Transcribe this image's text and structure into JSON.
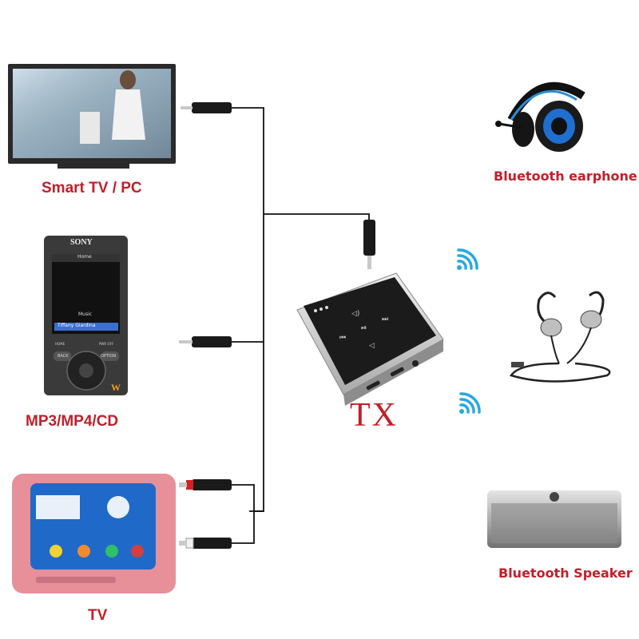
{
  "sources": {
    "smart_tv_pc": {
      "label": "Smart TV / PC"
    },
    "mp3": {
      "label": "MP3/MP4/CD",
      "brand": "SONY",
      "screen_title": "Home",
      "menu_item": "Music",
      "now_playing": "Tiffany Giardina",
      "btn_home": "HOME",
      "btn_back": "BACK",
      "btn_option": "OPTION",
      "btn_pwr": "PWR OFF",
      "logo": "W"
    },
    "tv": {
      "label": "TV"
    }
  },
  "device": {
    "label": "TX"
  },
  "sinks": {
    "earphone": {
      "label": "Bluetooth earphone"
    },
    "speaker": {
      "label": "Bluetooth Speaker"
    }
  },
  "colors": {
    "label": "#c0202a",
    "wire": "#111111",
    "wifi": "#29a8e0",
    "tv_pink": "#e8909a"
  }
}
